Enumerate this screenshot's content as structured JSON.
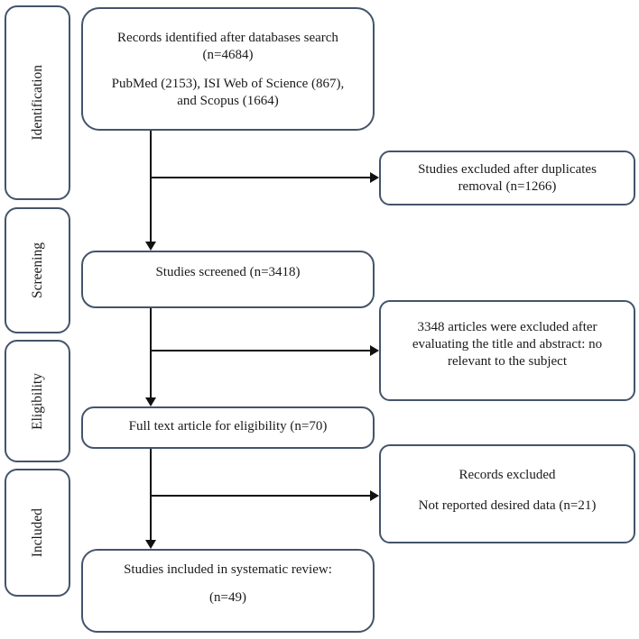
{
  "colors": {
    "box_border": "#44546a",
    "arrow": "#111111",
    "text": "#1a1a1a",
    "background": "#ffffff"
  },
  "sidebar": {
    "stages": [
      {
        "label": "Identification"
      },
      {
        "label": "Screening"
      },
      {
        "label": "Eligibility"
      },
      {
        "label": "Included"
      }
    ]
  },
  "flow": {
    "identified": {
      "line1": "Records identified after databases search",
      "line2": "(n=4684)",
      "line3": "PubMed (2153), ISI Web of Science (867),",
      "line4": "and Scopus (1664)"
    },
    "duplicates_excluded": {
      "line1": "Studies excluded after duplicates",
      "line2": "removal (n=1266)"
    },
    "screened": {
      "line1": "Studies screened (n=3418)"
    },
    "title_abstract_excluded": {
      "line1": "3348 articles were excluded after",
      "line2": "evaluating the title and abstract: no",
      "line3": "relevant to the subject"
    },
    "full_text": {
      "line1": "Full text article for eligibility (n=70)"
    },
    "records_excluded": {
      "line1": "Records excluded",
      "line2": "Not reported desired data (n=21)"
    },
    "included": {
      "line1": "Studies included in systematic review:",
      "line2": "(n=49)"
    }
  }
}
